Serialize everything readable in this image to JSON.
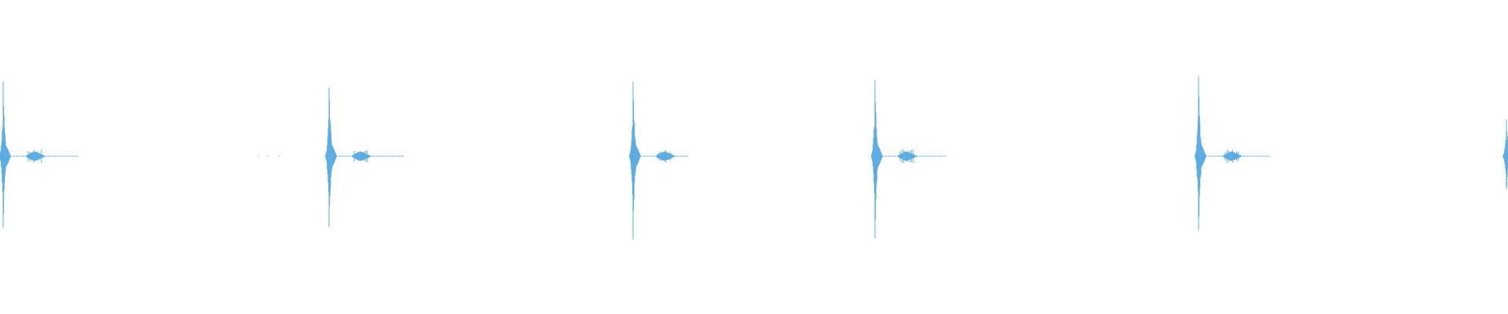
{
  "waveform": {
    "color": "#5DADE2",
    "background": "#FFFFFF",
    "burst_count": 6,
    "bursts": [
      {
        "id": "burst-1",
        "amplitude_up": 0.95,
        "amplitude_down": 0.95
      },
      {
        "id": "burst-2",
        "amplitude_up": 1.0,
        "amplitude_down": 1.0
      },
      {
        "id": "burst-3",
        "amplitude_up": 0.98,
        "amplitude_down": 0.98
      },
      {
        "id": "burst-4",
        "amplitude_up": 1.0,
        "amplitude_down": 1.0
      },
      {
        "id": "burst-5",
        "amplitude_up": 0.99,
        "amplitude_down": 0.99
      },
      {
        "id": "burst-6",
        "amplitude_up": 0.5,
        "amplitude_down": 0.5
      }
    ]
  }
}
